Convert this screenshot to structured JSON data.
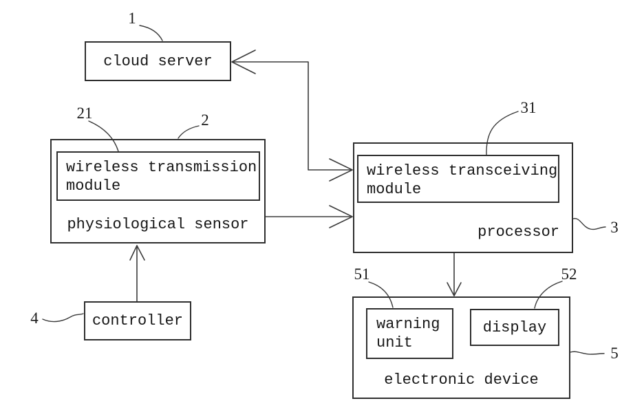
{
  "figure": {
    "colors": {
      "background": "#ffffff",
      "ink": "#2e2e2e"
    },
    "boxes": {
      "cloud_server": "cloud server",
      "transmission": "wireless transmission\nmodule",
      "sensor": "physiological sensor",
      "transceiving": "wireless transceiving\nmodule",
      "processor": "processor",
      "controller": "controller",
      "warning": "warning\nunit",
      "display": "display",
      "device": "electronic device"
    },
    "refs": {
      "cloud_server": "1",
      "sensor": "2",
      "transmission": "21",
      "processor": "3",
      "transceiving": "31",
      "controller": "4",
      "device": "5",
      "warning": "51",
      "display": "52"
    },
    "connections": [
      {
        "name": "cloud-processor-link",
        "endpoints": [
          "cloud_server",
          "processor"
        ],
        "arrowheads": "both",
        "route": "orthogonal"
      },
      {
        "name": "sensor-processor-link",
        "endpoints": [
          "sensor",
          "processor"
        ],
        "arrowheads": "processor",
        "route": "horizontal"
      },
      {
        "name": "controller-sensor-link",
        "endpoints": [
          "controller",
          "sensor"
        ],
        "arrowheads": "sensor",
        "route": "vertical"
      },
      {
        "name": "processor-device-link",
        "endpoints": [
          "processor",
          "device"
        ],
        "arrowheads": "device",
        "route": "vertical"
      }
    ]
  }
}
